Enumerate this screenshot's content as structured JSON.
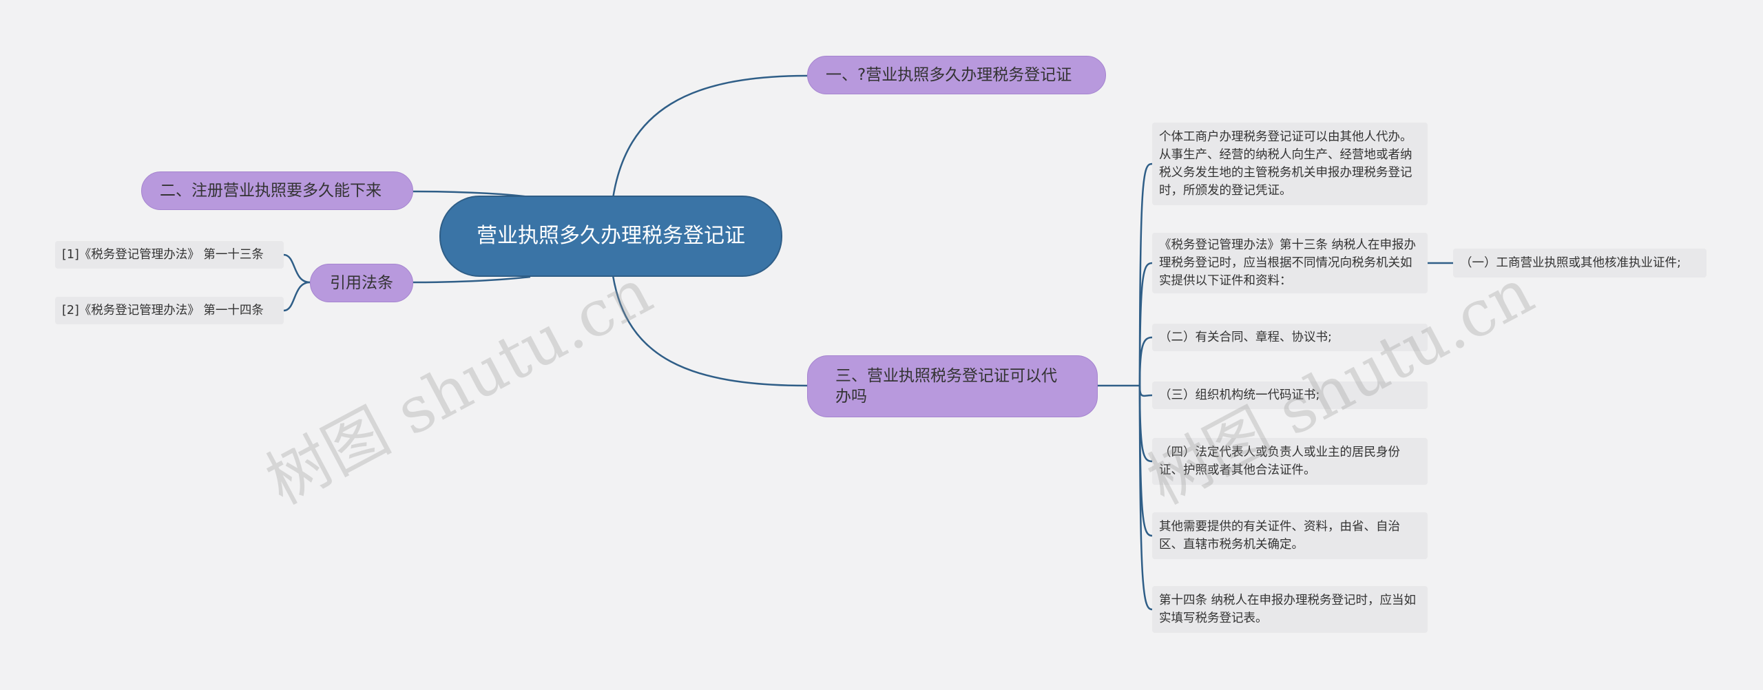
{
  "root": {
    "label": "营业执照多久办理税务登记证"
  },
  "branches": {
    "q1": "一、?营业执照多久办理税务登记证",
    "q2": "二、注册营业执照要多久能下来",
    "cite": "引用法条",
    "q3": "三、营业执照税务登记证可以代办吗"
  },
  "citations": [
    "[1]《税务登记管理办法》 第一十三条",
    "[2]《税务登记管理办法》 第一十四条"
  ],
  "details": [
    "个体工商户办理税务登记证可以由其他人代办。从事生产、经营的纳税人向生产、经营地或者纳税义务发生地的主管税务机关申报办理税务登记时，所颁发的登记凭证。",
    "《税务登记管理办法》第十三条 纳税人在申报办理税务登记时，应当根据不同情况向税务机关如实提供以下证件和资料：",
    "（二）有关合同、章程、协议书;",
    "（三）组织机构统一代码证书;",
    "（四）法定代表人或负责人或业主的居民身份证、护照或者其他合法证件。",
    " 其他需要提供的有关证件、资料，由省、自治区、直辖市税务机关确定。",
    " 第十四条 纳税人在申报办理税务登记时，应当如实填写税务登记表。"
  ],
  "sub_detail": "（一）工商营业执照或其他核准执业证件;",
  "watermarks": [
    "树图 shutu.cn",
    "树图 shutu.cn"
  ]
}
